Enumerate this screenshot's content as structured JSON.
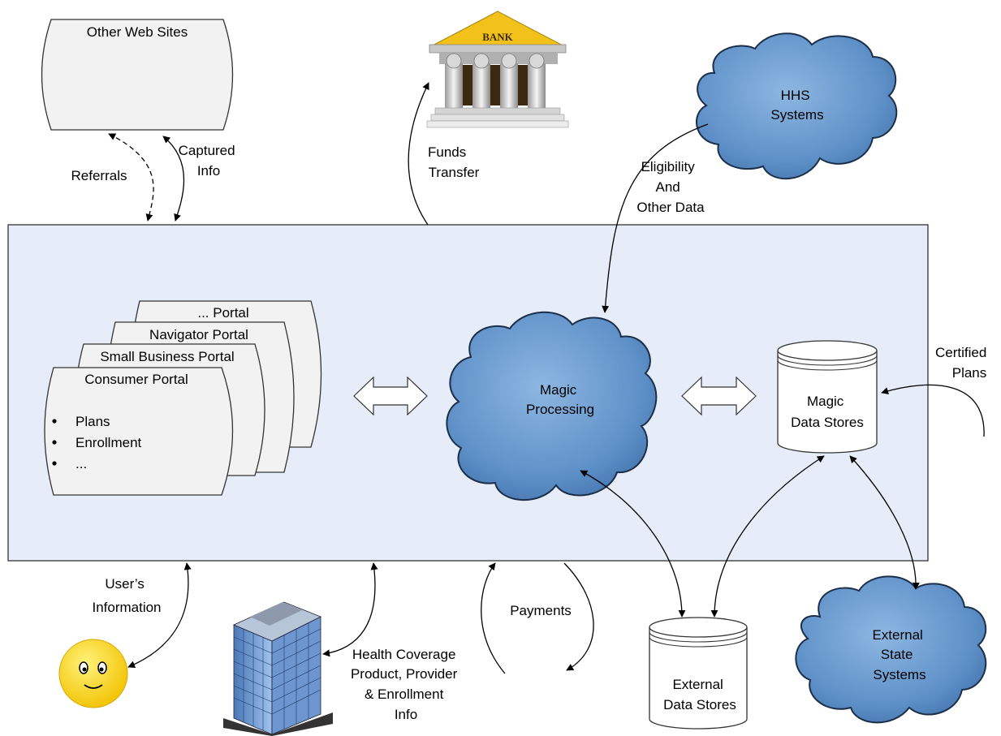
{
  "labels": {
    "other_web_sites": "Other Web Sites",
    "referrals": "Referrals",
    "captured_info": [
      "Captured",
      "Info"
    ],
    "funds_transfer": [
      "Funds",
      "Transfer"
    ],
    "bank": "BANK",
    "hhs_systems": [
      "HHS",
      "Systems"
    ],
    "eligibility": [
      "Eligibility",
      "And",
      "Other Data"
    ],
    "portal_other": "... Portal",
    "navigator_portal": "Navigator Portal",
    "small_business_portal": "Small Business Portal",
    "consumer_portal": "Consumer Portal",
    "consumer_items": [
      "Plans",
      "Enrollment",
      "..."
    ],
    "magic_processing": [
      "Magic",
      "Processing"
    ],
    "magic_data_stores": [
      "Magic",
      "Data Stores"
    ],
    "certified_plans": [
      "Certified",
      "Plans"
    ],
    "users_information": [
      "User’s",
      "Information"
    ],
    "health_coverage": [
      "Health Coverage",
      "Product, Provider",
      "& Enrollment",
      "Info"
    ],
    "payments": "Payments",
    "external_data_stores": [
      "External",
      "Data Stores"
    ],
    "external_state_systems": [
      "External",
      "State",
      "Systems"
    ]
  },
  "colors": {
    "panel_fill": "#e6ecf8",
    "cloud_fill": "#6f9fd2",
    "cloud_stroke": "#1c2f4a",
    "portal_fill": "#f2f2f2",
    "bank_roof": "#f2c21a",
    "smiley": "#ffd500"
  }
}
